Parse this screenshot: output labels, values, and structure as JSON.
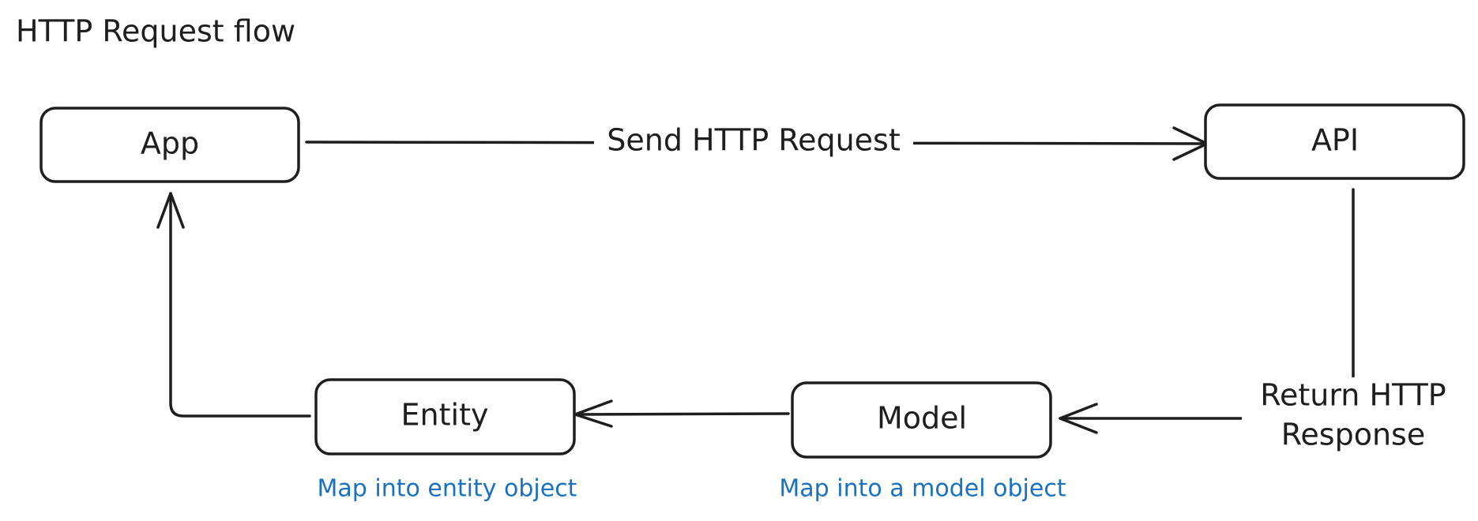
{
  "diagram": {
    "title": "HTTP Request flow",
    "nodes": {
      "app": "App",
      "api": "API",
      "entity": "Entity",
      "model": "Model"
    },
    "edges": {
      "send_request": "Send HTTP Request",
      "return_response_line1": "Return HTTP",
      "return_response_line2": "Response"
    },
    "annotations": {
      "entity_note": "Map into entity object",
      "model_note": "Map into a model object"
    },
    "colors": {
      "stroke": "#1e1e1e",
      "annotation": "#1971c2",
      "background": "#ffffff"
    }
  }
}
